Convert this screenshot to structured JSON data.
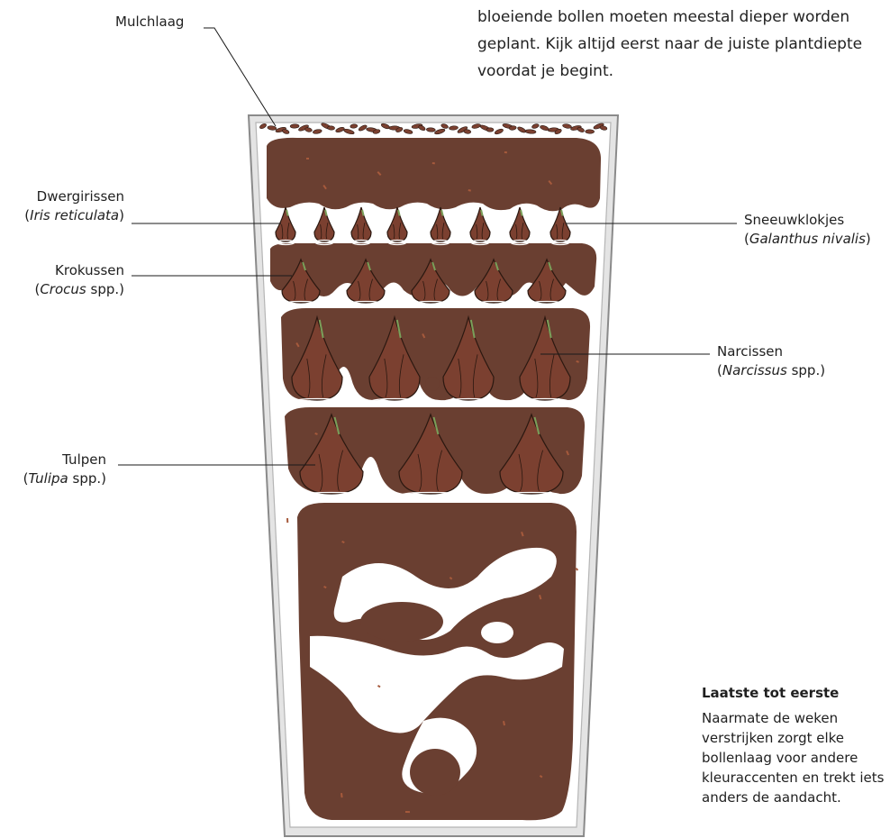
{
  "intro_text": "bloeiende bollen moeten meestal dieper worden\ngeplant. Kijk altijd eerst naar de juiste plantdiepte\nvoordat je begint.",
  "labels": {
    "mulch": "Mulchlaag",
    "iris_common": "Dwergirissen",
    "iris_latin": "Iris reticulata",
    "crocus_common": "Krokussen",
    "crocus_latin": "Crocus",
    "crocus_spp": "spp.",
    "snowdrop_common": "Sneeuwklokjes",
    "snowdrop_latin": "Galanthus nivalis",
    "narcissus_common": "Narcissen",
    "narcissus_latin": "Narcissus",
    "narcissus_spp": "spp.",
    "tulip_common": "Tulpen",
    "tulip_latin": "Tulipa",
    "tulip_spp": "spp."
  },
  "note": {
    "heading": "Laatste tot eerste",
    "body": "Naarmate de weken verstrijken zorgt elke bollenlaag voor andere kleuraccenten en trekt iets anders de aandacht."
  },
  "colors": {
    "soil": "#6a3f31",
    "bulb": "#7b4030",
    "bulb_light": "#a65a3c",
    "glass": "#e4e4e4",
    "glass_edge": "#8a8a8a",
    "shoot": "#7aa05a"
  },
  "layers": {
    "small_bulbs_top_row": 8,
    "crocus_bulbs": 5,
    "narcissus_bulbs": 4,
    "tulip_bulbs": 3
  }
}
